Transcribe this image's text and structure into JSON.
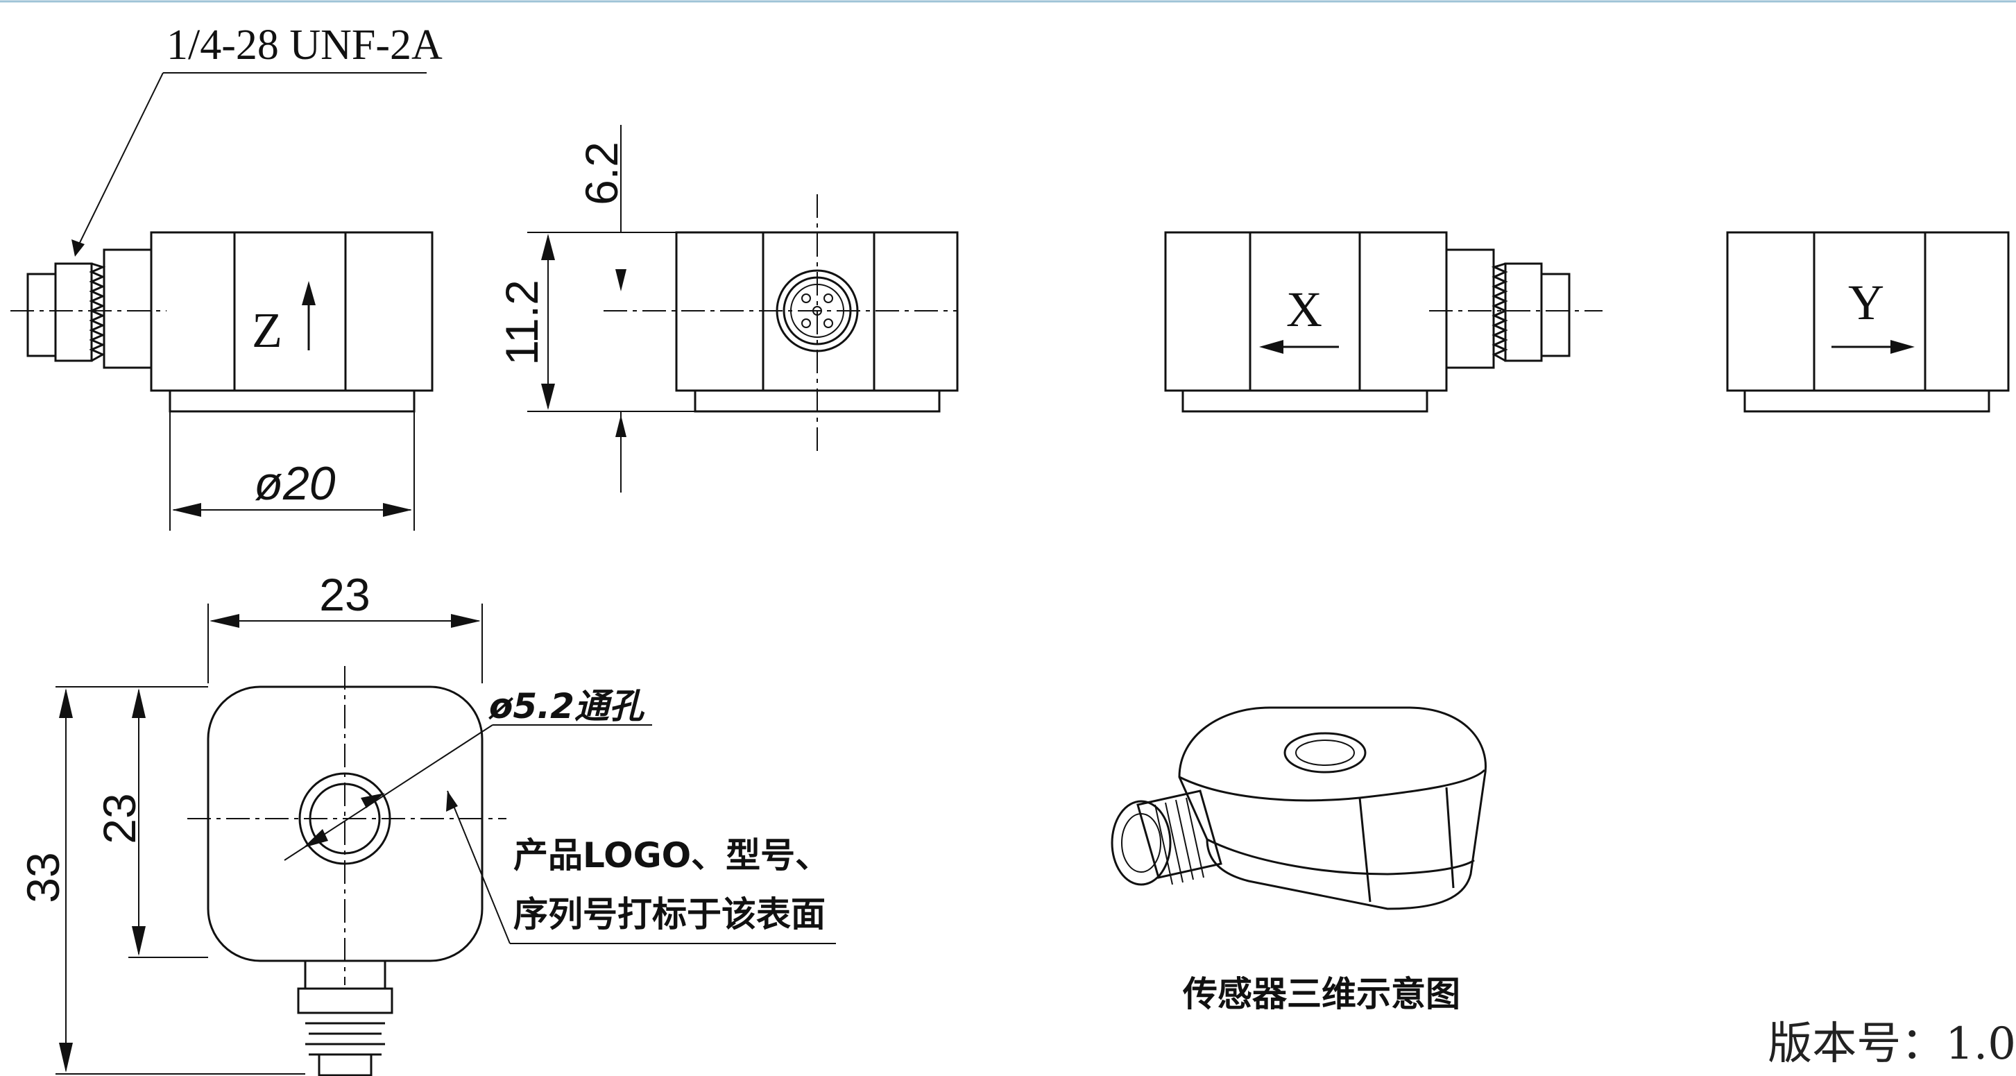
{
  "labels": {
    "thread_spec": "1/4-28 UNF-2A",
    "dim_diameter_20": "ø20",
    "dim_6_2": "6.2",
    "dim_11_2": "11.2",
    "axis_z": "Z",
    "axis_x": "X",
    "axis_y": "Y",
    "dim_width_23": "23",
    "dim_height_23": "23",
    "dim_height_33": "33",
    "through_hole": "ø5.2通孔",
    "marking_note_line1": "产品LOGO、型号、",
    "marking_note_line2": "序列号打标于该表面",
    "view_3d_caption": "传感器三维示意图",
    "version": "版本号：1.0"
  },
  "colors": {
    "line": "#111111",
    "background": "#ffffff",
    "top_border": "#9ec3d6"
  }
}
